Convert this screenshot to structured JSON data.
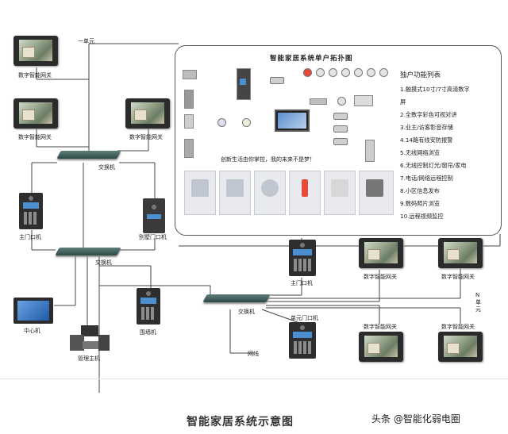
{
  "labels": {
    "unit1": "一单元",
    "gw": "数字智能网关",
    "switch": "交换机",
    "main_door": "主门口机",
    "side_door": "别墅门口机",
    "center": "中心机",
    "wall": "围墙机",
    "mgmt_host": "管理主机",
    "network": "网线",
    "n_unit": "N单元",
    "unit_door": "单元门口机"
  },
  "panel": {
    "title": "智能家居系统单户拓扑图",
    "slogan": "创新生活由你掌控，我的未来不是梦！",
    "features_title": "独户功能列表",
    "features": [
      "1.触摸式10寸/7寸高清数字",
      "屏",
      "2.全数字彩色可视对讲",
      "3.业主/访客影音存储",
      "4.14路有线安防报警",
      "5.无线网络浏览",
      "6.无线控制灯光/窗帘/家电",
      "7.电话/网络远程控制",
      "8.小区信息发布",
      "9.数码照片浏览",
      "10.远程视频监控"
    ]
  },
  "caption": "智能家居系统示意图",
  "watermark": "头条 @智能化弱电圈"
}
